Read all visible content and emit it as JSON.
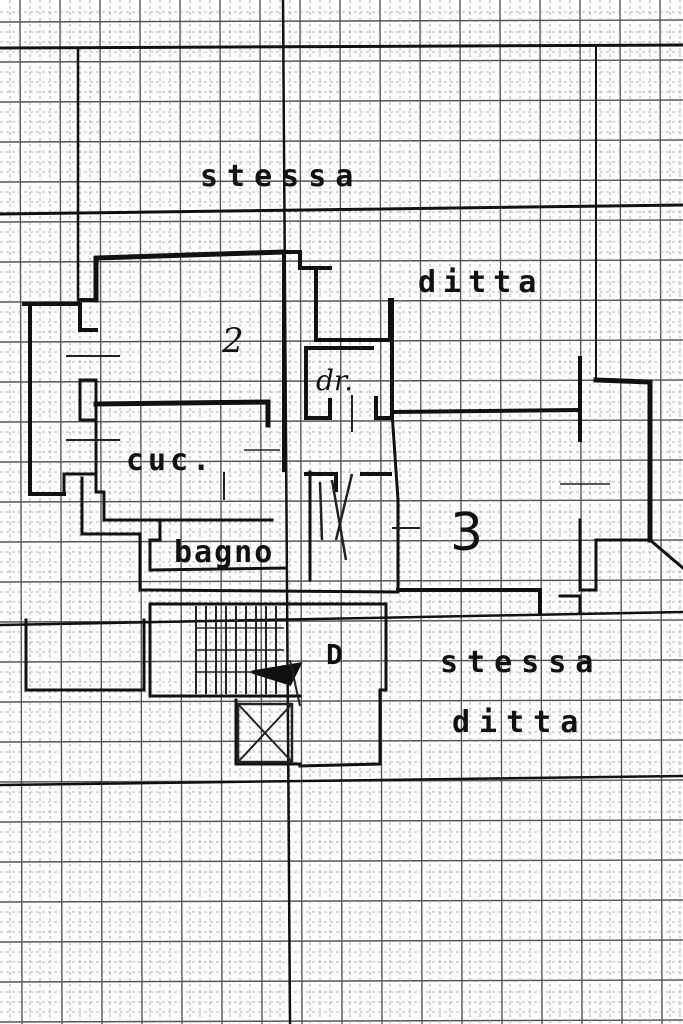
{
  "labels": {
    "stessa_top": "stessa",
    "ditta_top": "ditta",
    "room_2": "2",
    "room_dr": "dr.",
    "room_cuc": "cuc.",
    "room_bagno": "bagno",
    "room_3": "3",
    "landing_d": "D",
    "stessa_bottom": "stessa",
    "ditta_bottom": "ditta"
  }
}
